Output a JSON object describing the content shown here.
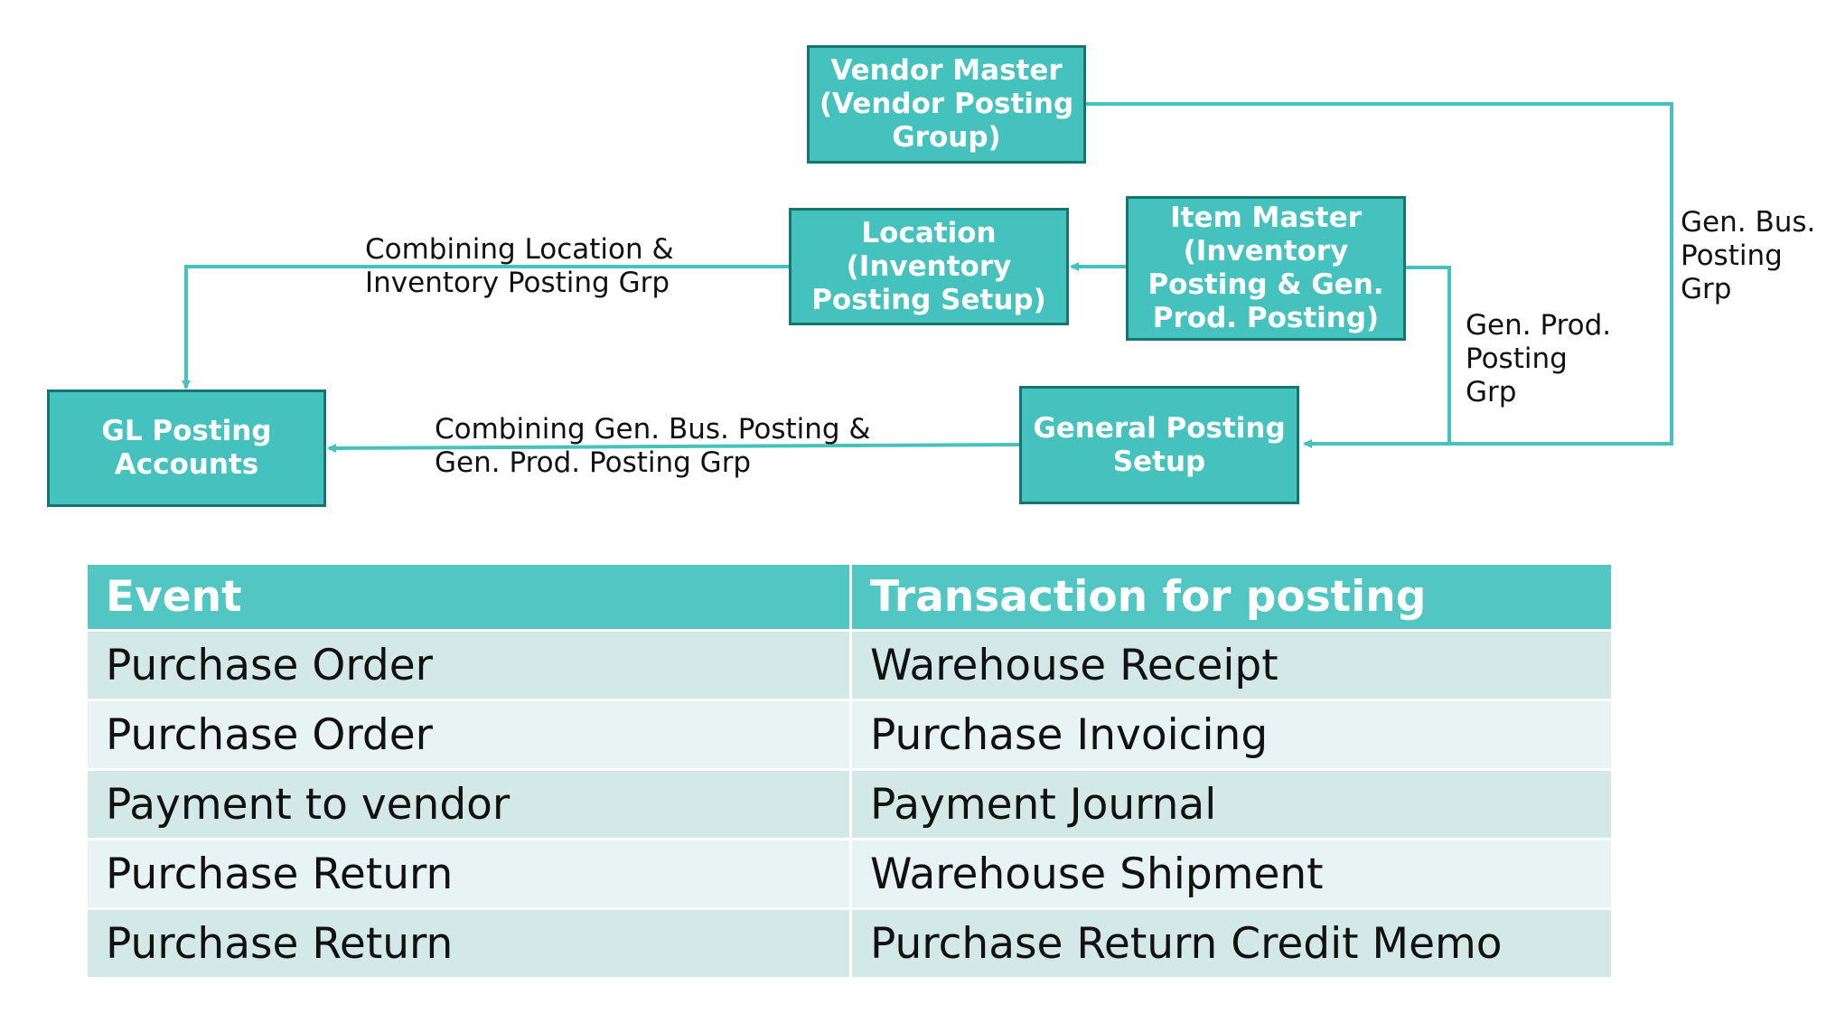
{
  "diagram": {
    "nodes": {
      "vendor_master": "Vendor Master\n(Vendor Posting\nGroup)",
      "location": "Location\n(Inventory\nPosting Setup)",
      "item_master": "Item Master\n(Inventory\nPosting & Gen.\nProd. Posting)",
      "gl_posting": "GL Posting\nAccounts",
      "general_posting": "General Posting\nSetup"
    },
    "edge_labels": {
      "combining_location": "Combining Location &\nInventory Posting Grp",
      "combining_gen": "Combining Gen. Bus. Posting &\nGen. Prod. Posting Grp",
      "gen_bus": "Gen. Bus.\nPosting\nGrp",
      "gen_prod": "Gen. Prod.\nPosting\nGrp"
    },
    "colors": {
      "box_fill": "#45c2bd",
      "box_border": "#16766f",
      "connector": "#45c2bd"
    }
  },
  "table": {
    "headers": [
      "Event",
      "Transaction for posting"
    ],
    "rows": [
      [
        "Purchase Order",
        "Warehouse Receipt"
      ],
      [
        "Purchase Order",
        "Purchase Invoicing"
      ],
      [
        "Payment to vendor",
        "Payment Journal"
      ],
      [
        "Purchase Return",
        "Warehouse Shipment"
      ],
      [
        "Purchase Return",
        "Purchase Return Credit Memo"
      ]
    ],
    "colors": {
      "header_bg": "#52c6c2",
      "row_even_bg": "#d2e9e8",
      "row_odd_bg": "#e8f4f4"
    }
  }
}
